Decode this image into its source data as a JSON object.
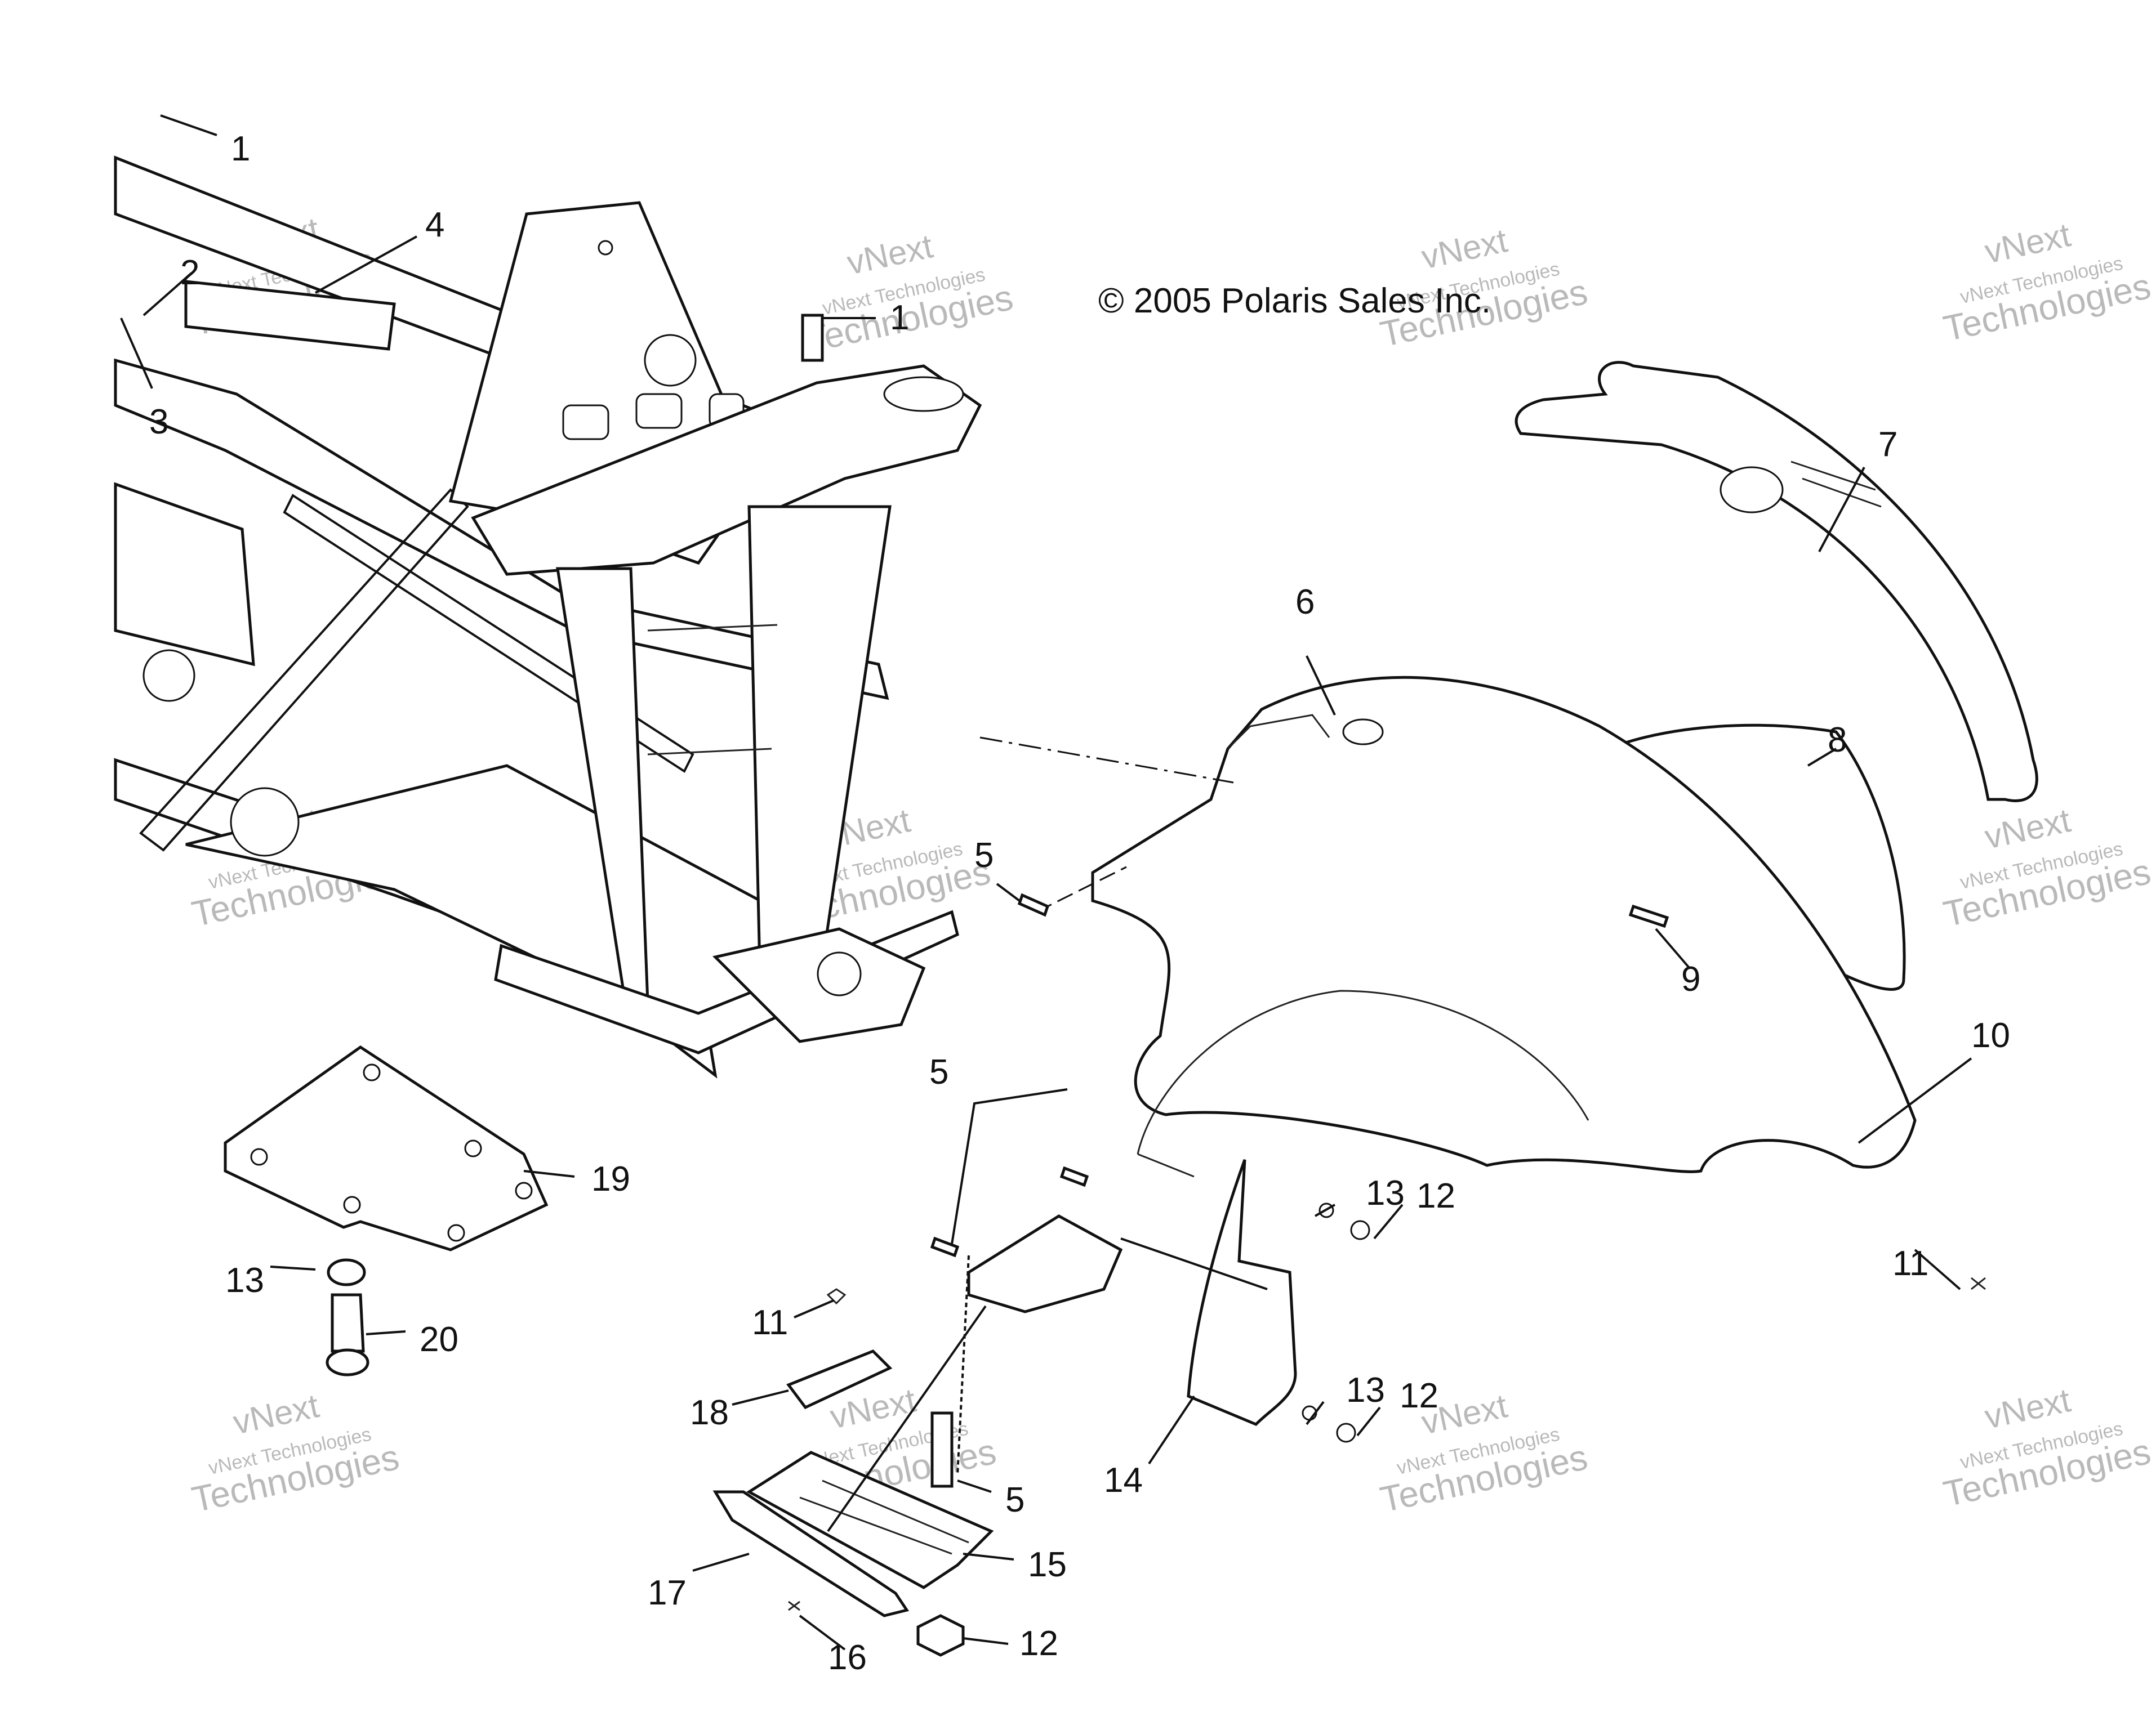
{
  "copyright": "© 2005 Polaris Sales Inc.",
  "watermark": {
    "line1": "vNext",
    "line2": "vNext Technologies",
    "line3": "Technologies"
  },
  "callouts": [
    "1",
    "2",
    "3",
    "4",
    "1",
    "5",
    "6",
    "7",
    "8",
    "9",
    "10",
    "5",
    "13",
    "12",
    "11",
    "19",
    "13",
    "20",
    "11",
    "18",
    "5",
    "14",
    "13",
    "12",
    "15",
    "17",
    "16",
    "12"
  ],
  "colors": {
    "line": "#111111",
    "watermark": "#b9b9b9",
    "background": "#ffffff"
  }
}
